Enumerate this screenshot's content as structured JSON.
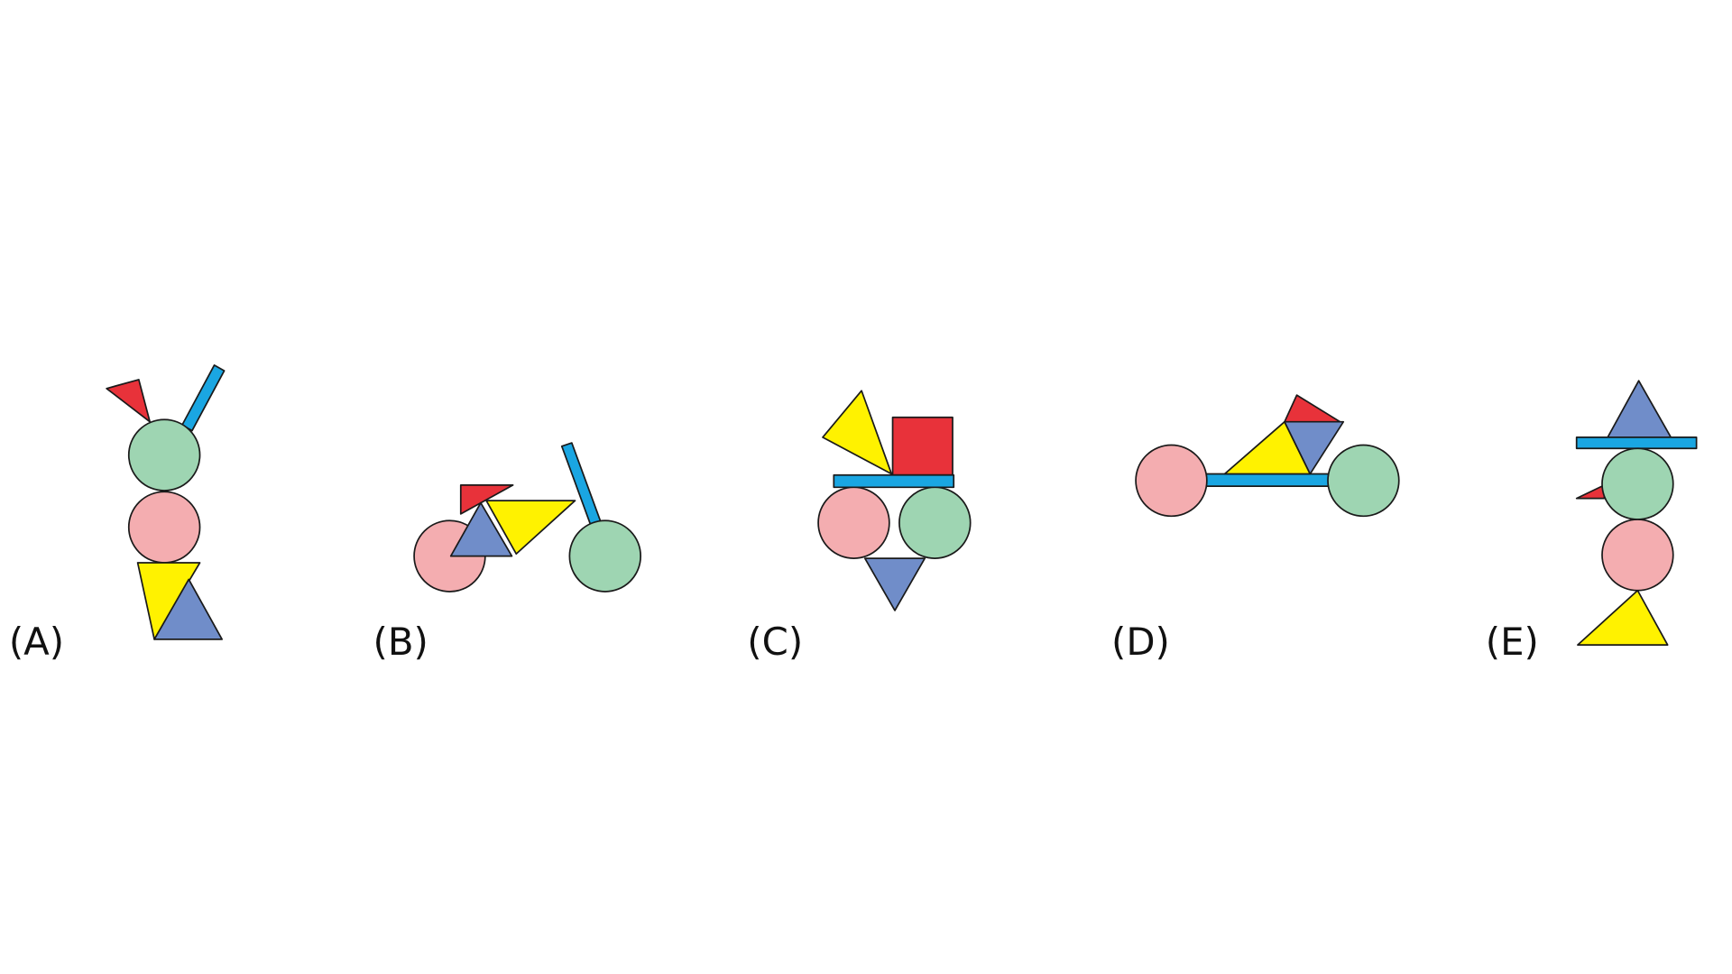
{
  "colors": {
    "red": "#e8323a",
    "bar_blue": "#1aa6e2",
    "green": "#9ed5b2",
    "pink": "#f4adb0",
    "yellow": "#fff200",
    "tri_blue": "#708dc9"
  },
  "figures": [
    {
      "label": "(A)"
    },
    {
      "label": "(B)"
    },
    {
      "label": "(C)"
    },
    {
      "label": "(D)"
    },
    {
      "label": "(E)"
    }
  ]
}
